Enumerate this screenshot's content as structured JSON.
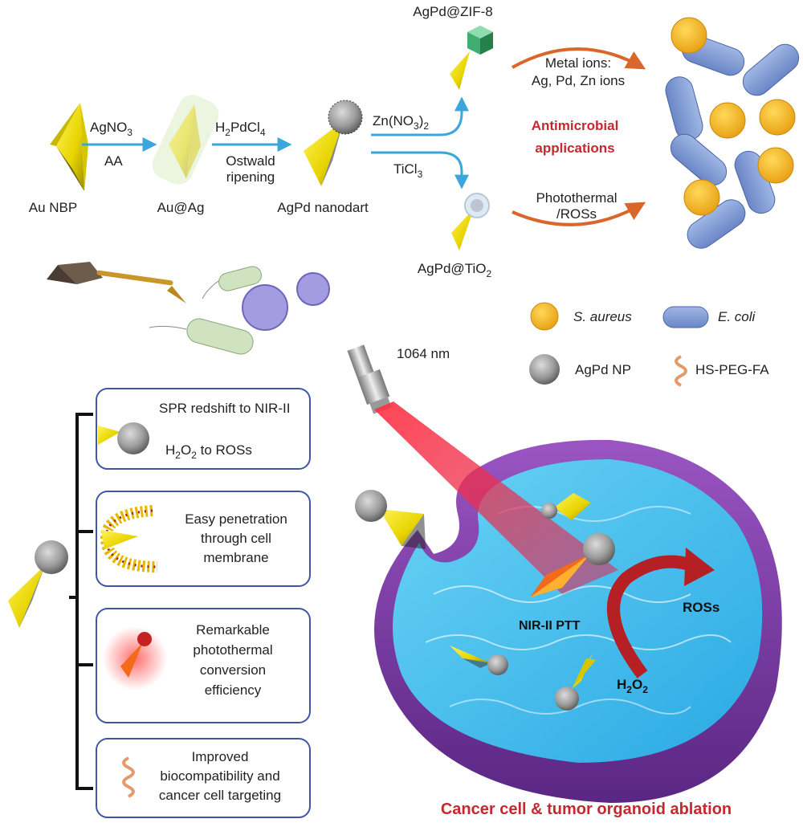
{
  "top": {
    "au_nbp": "Au NBP",
    "reagent1_main": "AgNO",
    "reagent1_sub": "3",
    "reagent1_b": "AA",
    "au_ag": "Au@Ag",
    "reagent2_a1": "H",
    "reagent2_a_sub1": "2",
    "reagent2_a2": "PdCl",
    "reagent2_a_sub2": "4",
    "reagent2_b": "Ostwald",
    "reagent2_c": "ripening",
    "agpd_nanodart": "AgPd nanodart",
    "zn_main": "Zn(NO",
    "zn_sub": "3",
    "zn_end": ")",
    "zn_sub2": "2",
    "ticl_main": "TiCl",
    "ticl_sub": "3",
    "zif": "AgPd@ZIF-8",
    "tio2_main": "AgPd@TiO",
    "tio2_sub": "2",
    "metal_ions_1": "Metal ions:",
    "metal_ions_2": "Ag, Pd, Zn ions",
    "antimicrobial_1": "Antimicrobial",
    "antimicrobial_2": "applications",
    "photothermal_1": "Photothermal",
    "photothermal_2": "/ROSs"
  },
  "legend": {
    "s_aureus": "S. aureus",
    "e_coli": "E. coli",
    "agpd_np": "AgPd NP",
    "hs_peg": "HS-PEG-FA"
  },
  "laser": {
    "wavelength": "1064 nm"
  },
  "features": {
    "f1_line1": "SPR redshift to NIR-II",
    "f1_line2_a": "H",
    "f1_line2_sub1": "2",
    "f1_line2_b": "O",
    "f1_line2_sub2": "2",
    "f1_line2_c": " to ROSs",
    "f2_line1": "Easy penetration",
    "f2_line2": "through cell",
    "f2_line3": "membrane",
    "f3_line1": "Remarkable",
    "f3_line2": "photothermal",
    "f3_line3": "conversion",
    "f3_line4": "efficiency",
    "f4_line1": "Improved",
    "f4_line2": "biocompatibility and",
    "f4_line3": "cancer cell targeting"
  },
  "dish": {
    "nir_ptt": "NIR-II PTT",
    "ross": "ROSs",
    "h2o2_a": "H",
    "h2o2_sub1": "2",
    "h2o2_b": "O",
    "h2o2_sub2": "2",
    "caption": "Cancer cell & tumor organoid ablation"
  },
  "colors": {
    "accent_red": "#c6282f",
    "arrow_blue": "#3aa6dc",
    "arrow_orange": "#d9662a",
    "gold": "#f2b21b",
    "rod_blue": "#7f9bd3",
    "dish_purple": "#7a3fa0",
    "water": "#4fc3ee",
    "box_border": "#3f56a6"
  }
}
